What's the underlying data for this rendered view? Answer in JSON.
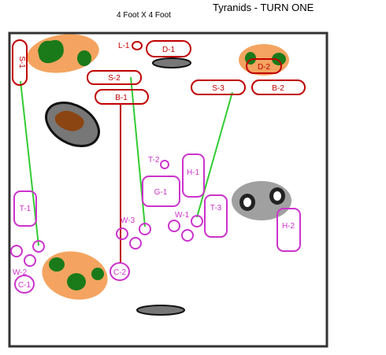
{
  "header": {
    "title": "Tyranids - TURN ONE",
    "board_size": "4 Foot X 4 Foot"
  },
  "colors": {
    "board_border": "#333333",
    "red_units": "#c00000",
    "magenta_units": "#cc33cc",
    "movement_lines": "#33cc33",
    "fire_line": "#c00000",
    "terrain_orange": "#f4a460",
    "terrain_green": "#1a7a1a",
    "crater_grey": "#777777",
    "crater_dark": "#333333",
    "crater_brown": "#8b4513"
  },
  "units": {
    "S-1": "S-1",
    "L-1": "L-1",
    "D-1": "D-1",
    "S-2": "S-2",
    "B-1": "B-1",
    "D-2": "D-2",
    "S-3": "S-3",
    "B-2": "B-2",
    "T-2": "T-2",
    "H-1": "H-1",
    "G-1": "G-1",
    "T-1": "T-1",
    "W-3": "W-3",
    "W-1": "W-1",
    "T-3": "T-3",
    "H-2": "H-2",
    "W-2": "W-2",
    "C-1": "C-1",
    "C-2": "C-2"
  }
}
